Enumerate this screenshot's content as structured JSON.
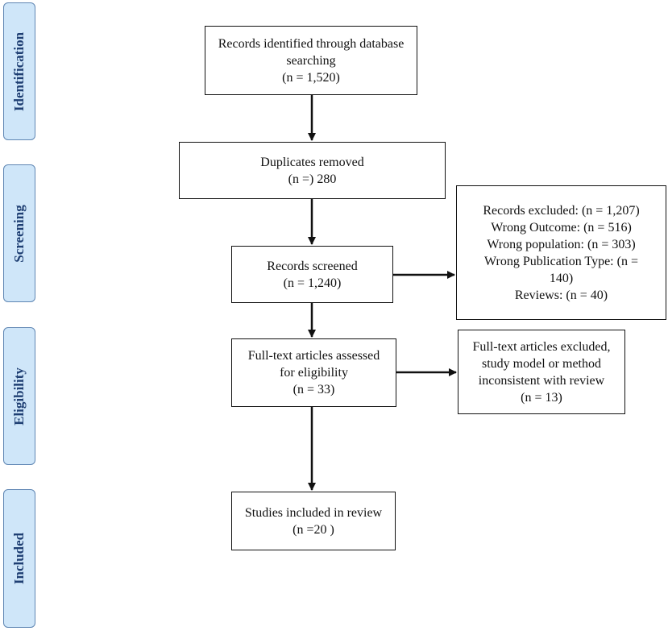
{
  "phases": {
    "identification": "Identification",
    "screening": "Screening",
    "eligibility": "Eligibility",
    "included": "Included"
  },
  "boxes": {
    "identified": [
      "Records identified through database",
      "searching",
      "(n = 1,520)"
    ],
    "duplicates": [
      "Duplicates removed",
      "(n =) 280"
    ],
    "screened": [
      "Records screened",
      "(n = 1,240)"
    ],
    "excluded": [
      "Records excluded: (n = 1,207)",
      "Wrong Outcome: (n = 516)",
      "Wrong population: (n = 303)",
      "Wrong Publication Type: (n =",
      "140)",
      "Reviews: (n = 40)"
    ],
    "fulltext": [
      "Full-text articles assessed",
      "for eligibility",
      "(n = 33)"
    ],
    "fulltext_excluded": [
      "Full-text articles excluded,",
      "study model or method",
      "inconsistent with review",
      "(n = 13)"
    ],
    "included": [
      "Studies included in review",
      "(n =20 )"
    ]
  },
  "colors": {
    "phase_fill": "#cfe6f9",
    "phase_border": "#5f86b3",
    "phase_text": "#1f3f73"
  }
}
